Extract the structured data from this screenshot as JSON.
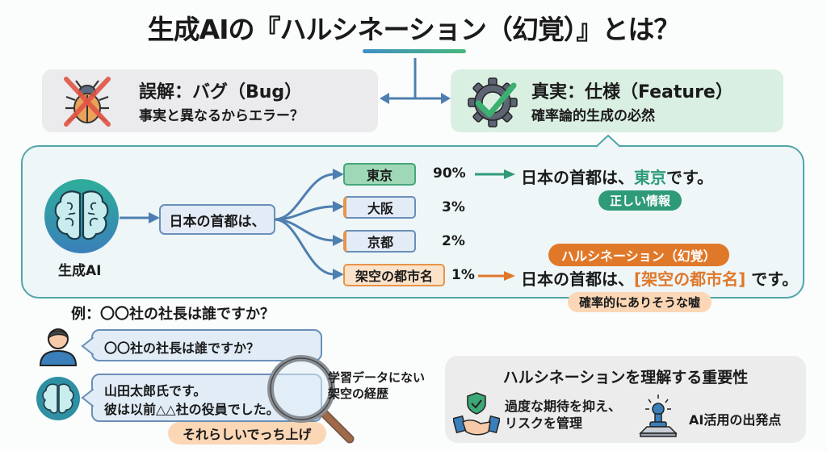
{
  "title": "生成AIの『ハルシネーション（幻覚）』とは？",
  "misconception": {
    "heading": "誤解：バグ（Bug）",
    "subtext": "事実と異なるからエラー？",
    "icon": "crossed-bug-icon"
  },
  "truth": {
    "heading": "真実：仕様（Feature）",
    "subtext": "確率論的生成の必然",
    "icon": "gear-check-icon"
  },
  "flow": {
    "ai_label": "生成AI",
    "prompt": "日本の首都は、",
    "options": [
      {
        "label": "東京",
        "percent": "90%"
      },
      {
        "label": "大阪",
        "percent": "3%"
      },
      {
        "label": "京都",
        "percent": "2%"
      },
      {
        "label": "架空の都市名",
        "percent": "1%"
      }
    ],
    "correct_sentence": {
      "prefix": "日本の首都は、",
      "answer": "東京",
      "suffix": "です。"
    },
    "correct_badge": "正しい情報",
    "hallucination_badge": "ハルシネーション（幻覚）",
    "wrong_sentence": {
      "prefix": "日本の首都は、",
      "answer": "[架空の都市名]",
      "suffix": " です。"
    },
    "wrong_badge": "確率的にありそうな嘘"
  },
  "example": {
    "heading": "例：〇〇社の社長は誰ですか？",
    "user_message": "〇〇社の社長は誰ですか？",
    "ai_message_line1": "山田太郎氏です。",
    "ai_message_line2": "彼は以前△△社の役員でした。",
    "fabrication_badge": "それらしいでっち上げ",
    "note_line1": "学習データにない",
    "note_line2": "架空の経歴"
  },
  "importance": {
    "heading": "ハルシネーションを理解する重要性",
    "item1_line1": "過度な期待を抑え、",
    "item1_line2": "リスクを管理",
    "item2": "AI活用の出発点"
  },
  "colors": {
    "correct": "#2e9a78",
    "hallucination": "#e0782a",
    "arrow": "#4e7fb0",
    "main_border": "#4fa6a7"
  }
}
